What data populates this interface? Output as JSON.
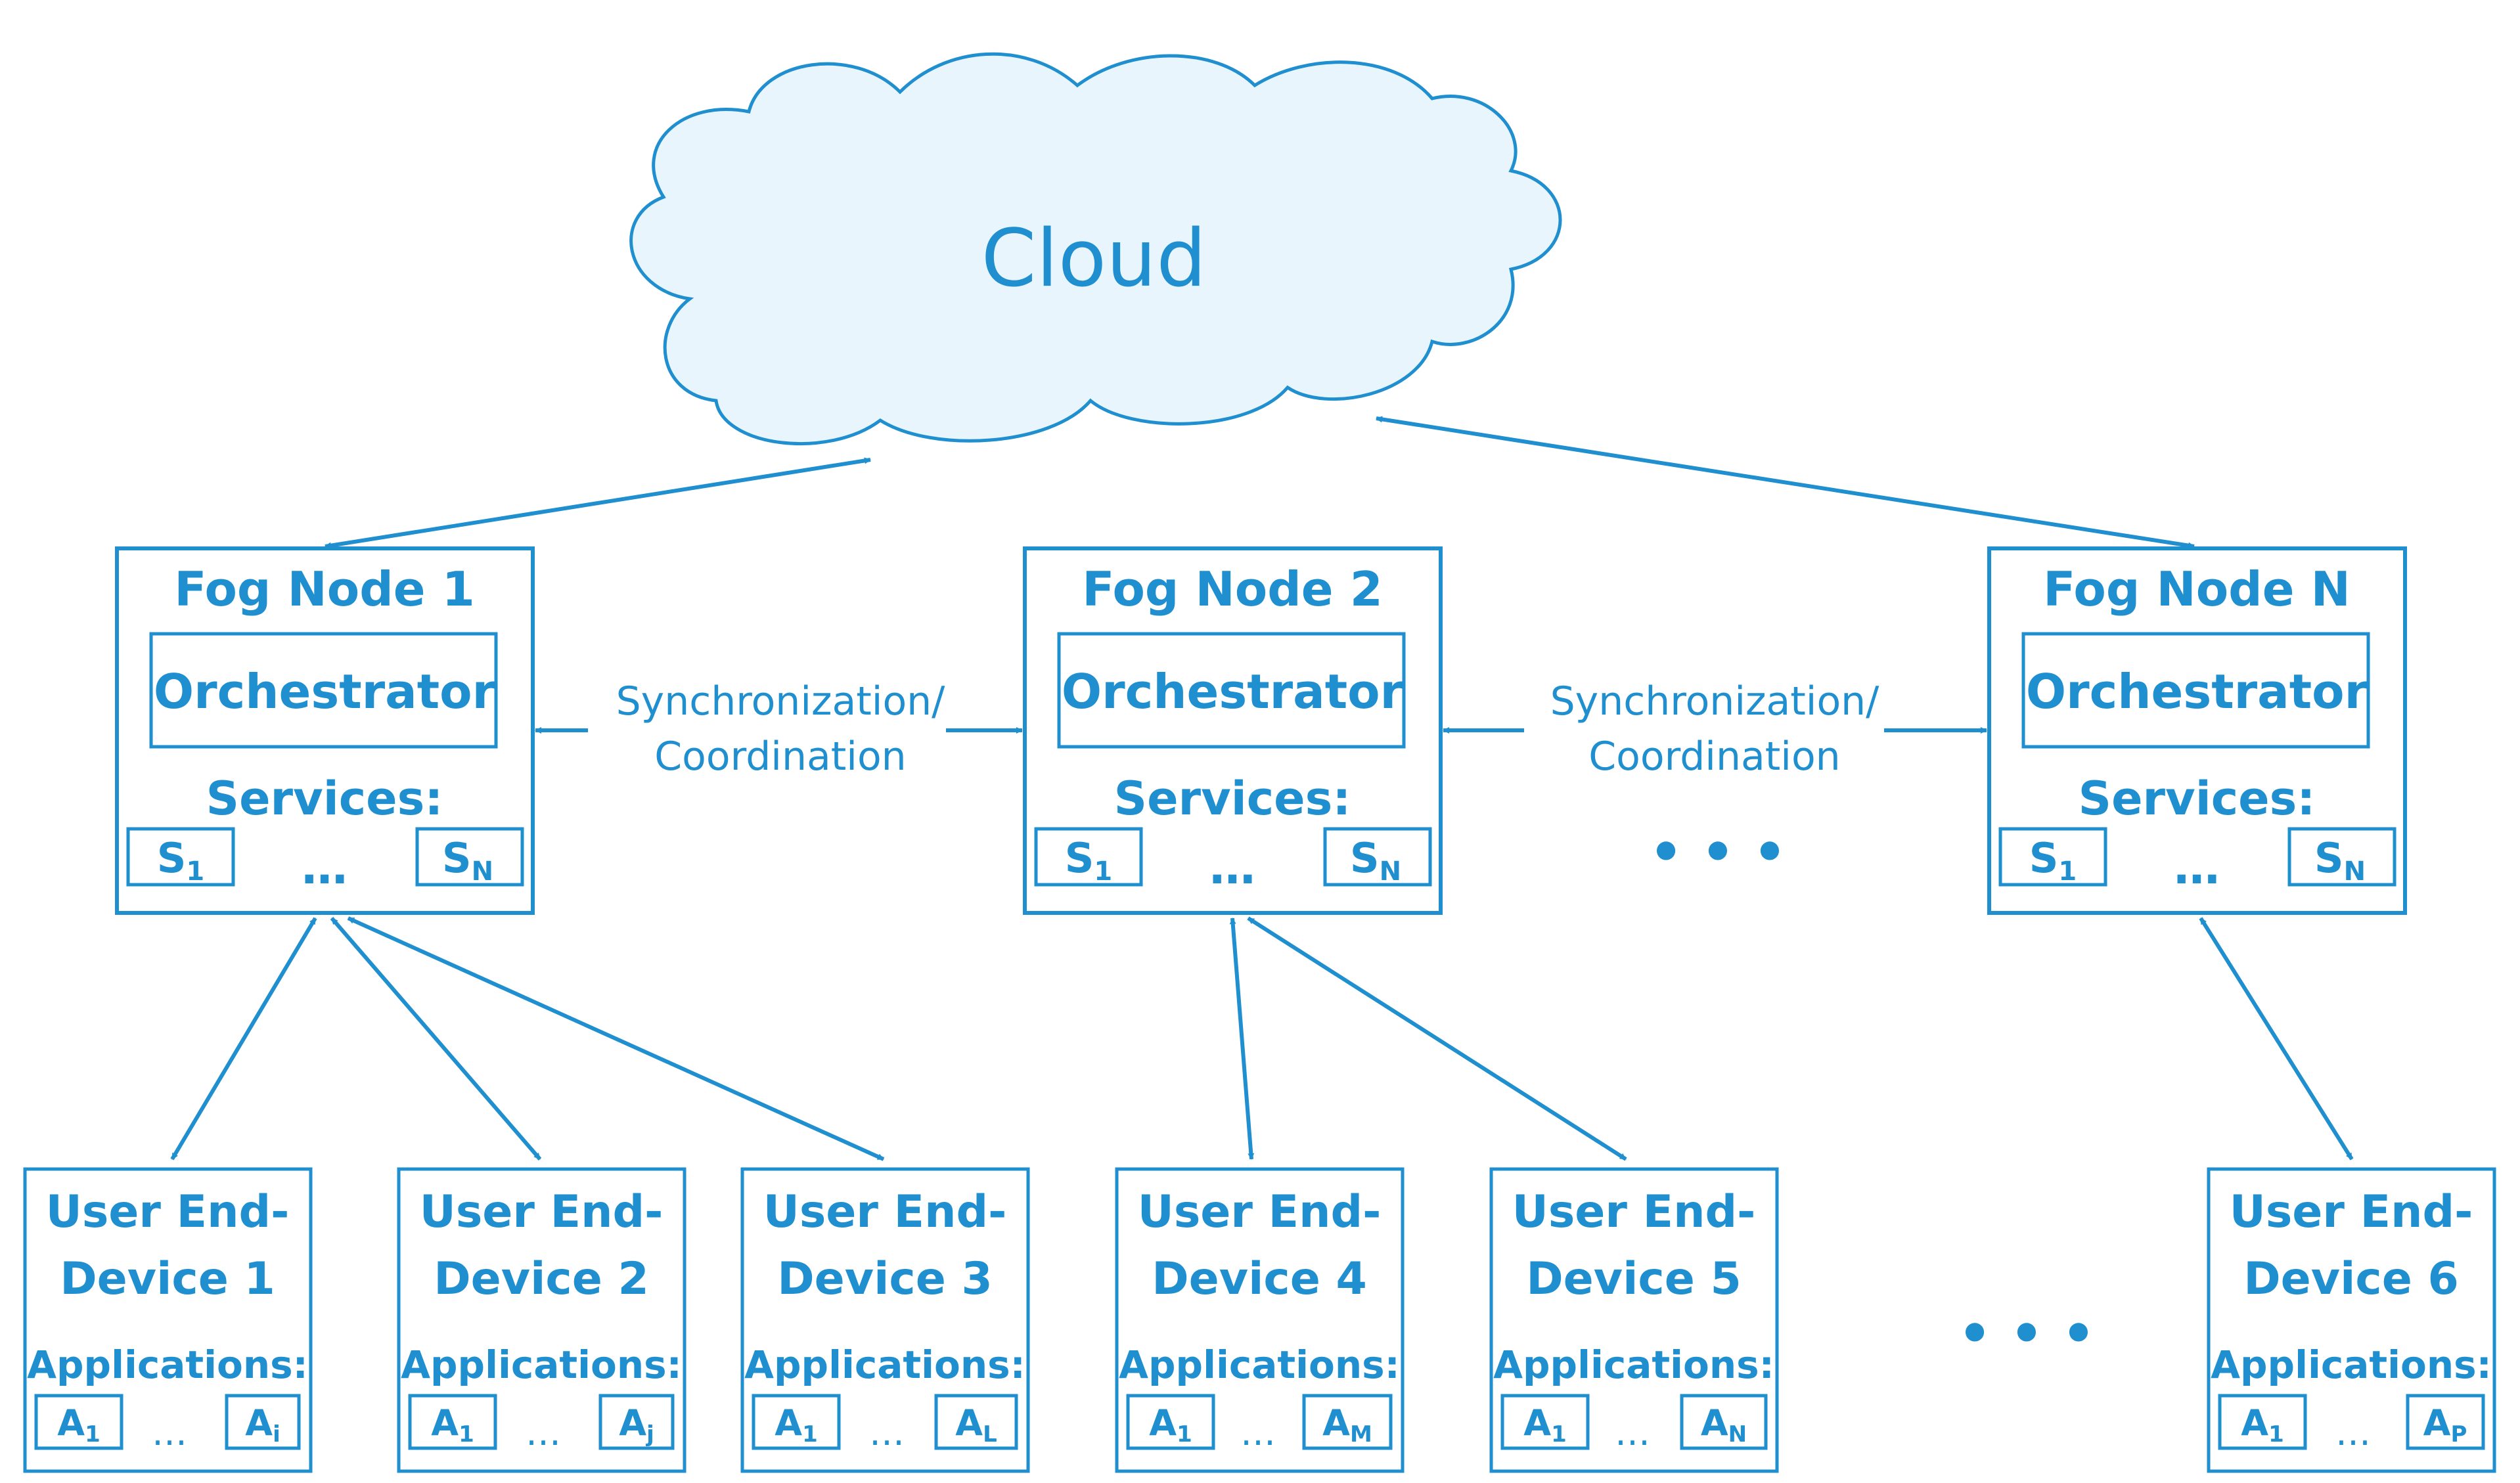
{
  "colors": {
    "primary": "#1f8fcf",
    "cloud_fill": "#e9f5fc",
    "background": "#ffffff"
  },
  "cloud": {
    "label": "Cloud"
  },
  "fog_nodes": [
    {
      "title": "Fog Node 1",
      "orchestrator": "Orchestrator",
      "services_label": "Services:",
      "services": [
        {
          "base": "S",
          "sub": "1"
        },
        {
          "base": "S",
          "sub": "N"
        }
      ],
      "ellipsis": "…"
    },
    {
      "title": "Fog Node 2",
      "orchestrator": "Orchestrator",
      "services_label": "Services:",
      "services": [
        {
          "base": "S",
          "sub": "1"
        },
        {
          "base": "S",
          "sub": "N"
        }
      ],
      "ellipsis": "…"
    },
    {
      "title": "Fog Node N",
      "orchestrator": "Orchestrator",
      "services_label": "Services:",
      "services": [
        {
          "base": "S",
          "sub": "1"
        },
        {
          "base": "S",
          "sub": "N"
        }
      ],
      "ellipsis": "…"
    }
  ],
  "sync_labels": [
    {
      "line1": "Synchronization/",
      "line2": "Coordination"
    },
    {
      "line1": "Synchronization/",
      "line2": "Coordination"
    }
  ],
  "fog_ellipsis": "• • •",
  "devices": [
    {
      "line1": "User End-",
      "line2": "Device 1",
      "apps_label": "Applications:",
      "apps": [
        {
          "base": "A",
          "sub": "1"
        },
        {
          "base": "A",
          "sub": "i"
        }
      ],
      "ellipsis": "…"
    },
    {
      "line1": "User End-",
      "line2": "Device 2",
      "apps_label": "Applications:",
      "apps": [
        {
          "base": "A",
          "sub": "1"
        },
        {
          "base": "A",
          "sub": "j"
        }
      ],
      "ellipsis": "…"
    },
    {
      "line1": "User End-",
      "line2": "Device 3",
      "apps_label": "Applications:",
      "apps": [
        {
          "base": "A",
          "sub": "1"
        },
        {
          "base": "A",
          "sub": "L"
        }
      ],
      "ellipsis": "…"
    },
    {
      "line1": "User End-",
      "line2": "Device 4",
      "apps_label": "Applications:",
      "apps": [
        {
          "base": "A",
          "sub": "1"
        },
        {
          "base": "A",
          "sub": "M"
        }
      ],
      "ellipsis": "…"
    },
    {
      "line1": "User End-",
      "line2": "Device 5",
      "apps_label": "Applications:",
      "apps": [
        {
          "base": "A",
          "sub": "1"
        },
        {
          "base": "A",
          "sub": "N"
        }
      ],
      "ellipsis": "…"
    },
    {
      "line1": "User End-",
      "line2": "Device 6",
      "apps_label": "Applications:",
      "apps": [
        {
          "base": "A",
          "sub": "1"
        },
        {
          "base": "A",
          "sub": "P"
        }
      ],
      "ellipsis": "…"
    }
  ],
  "device_ellipsis": "• • •"
}
